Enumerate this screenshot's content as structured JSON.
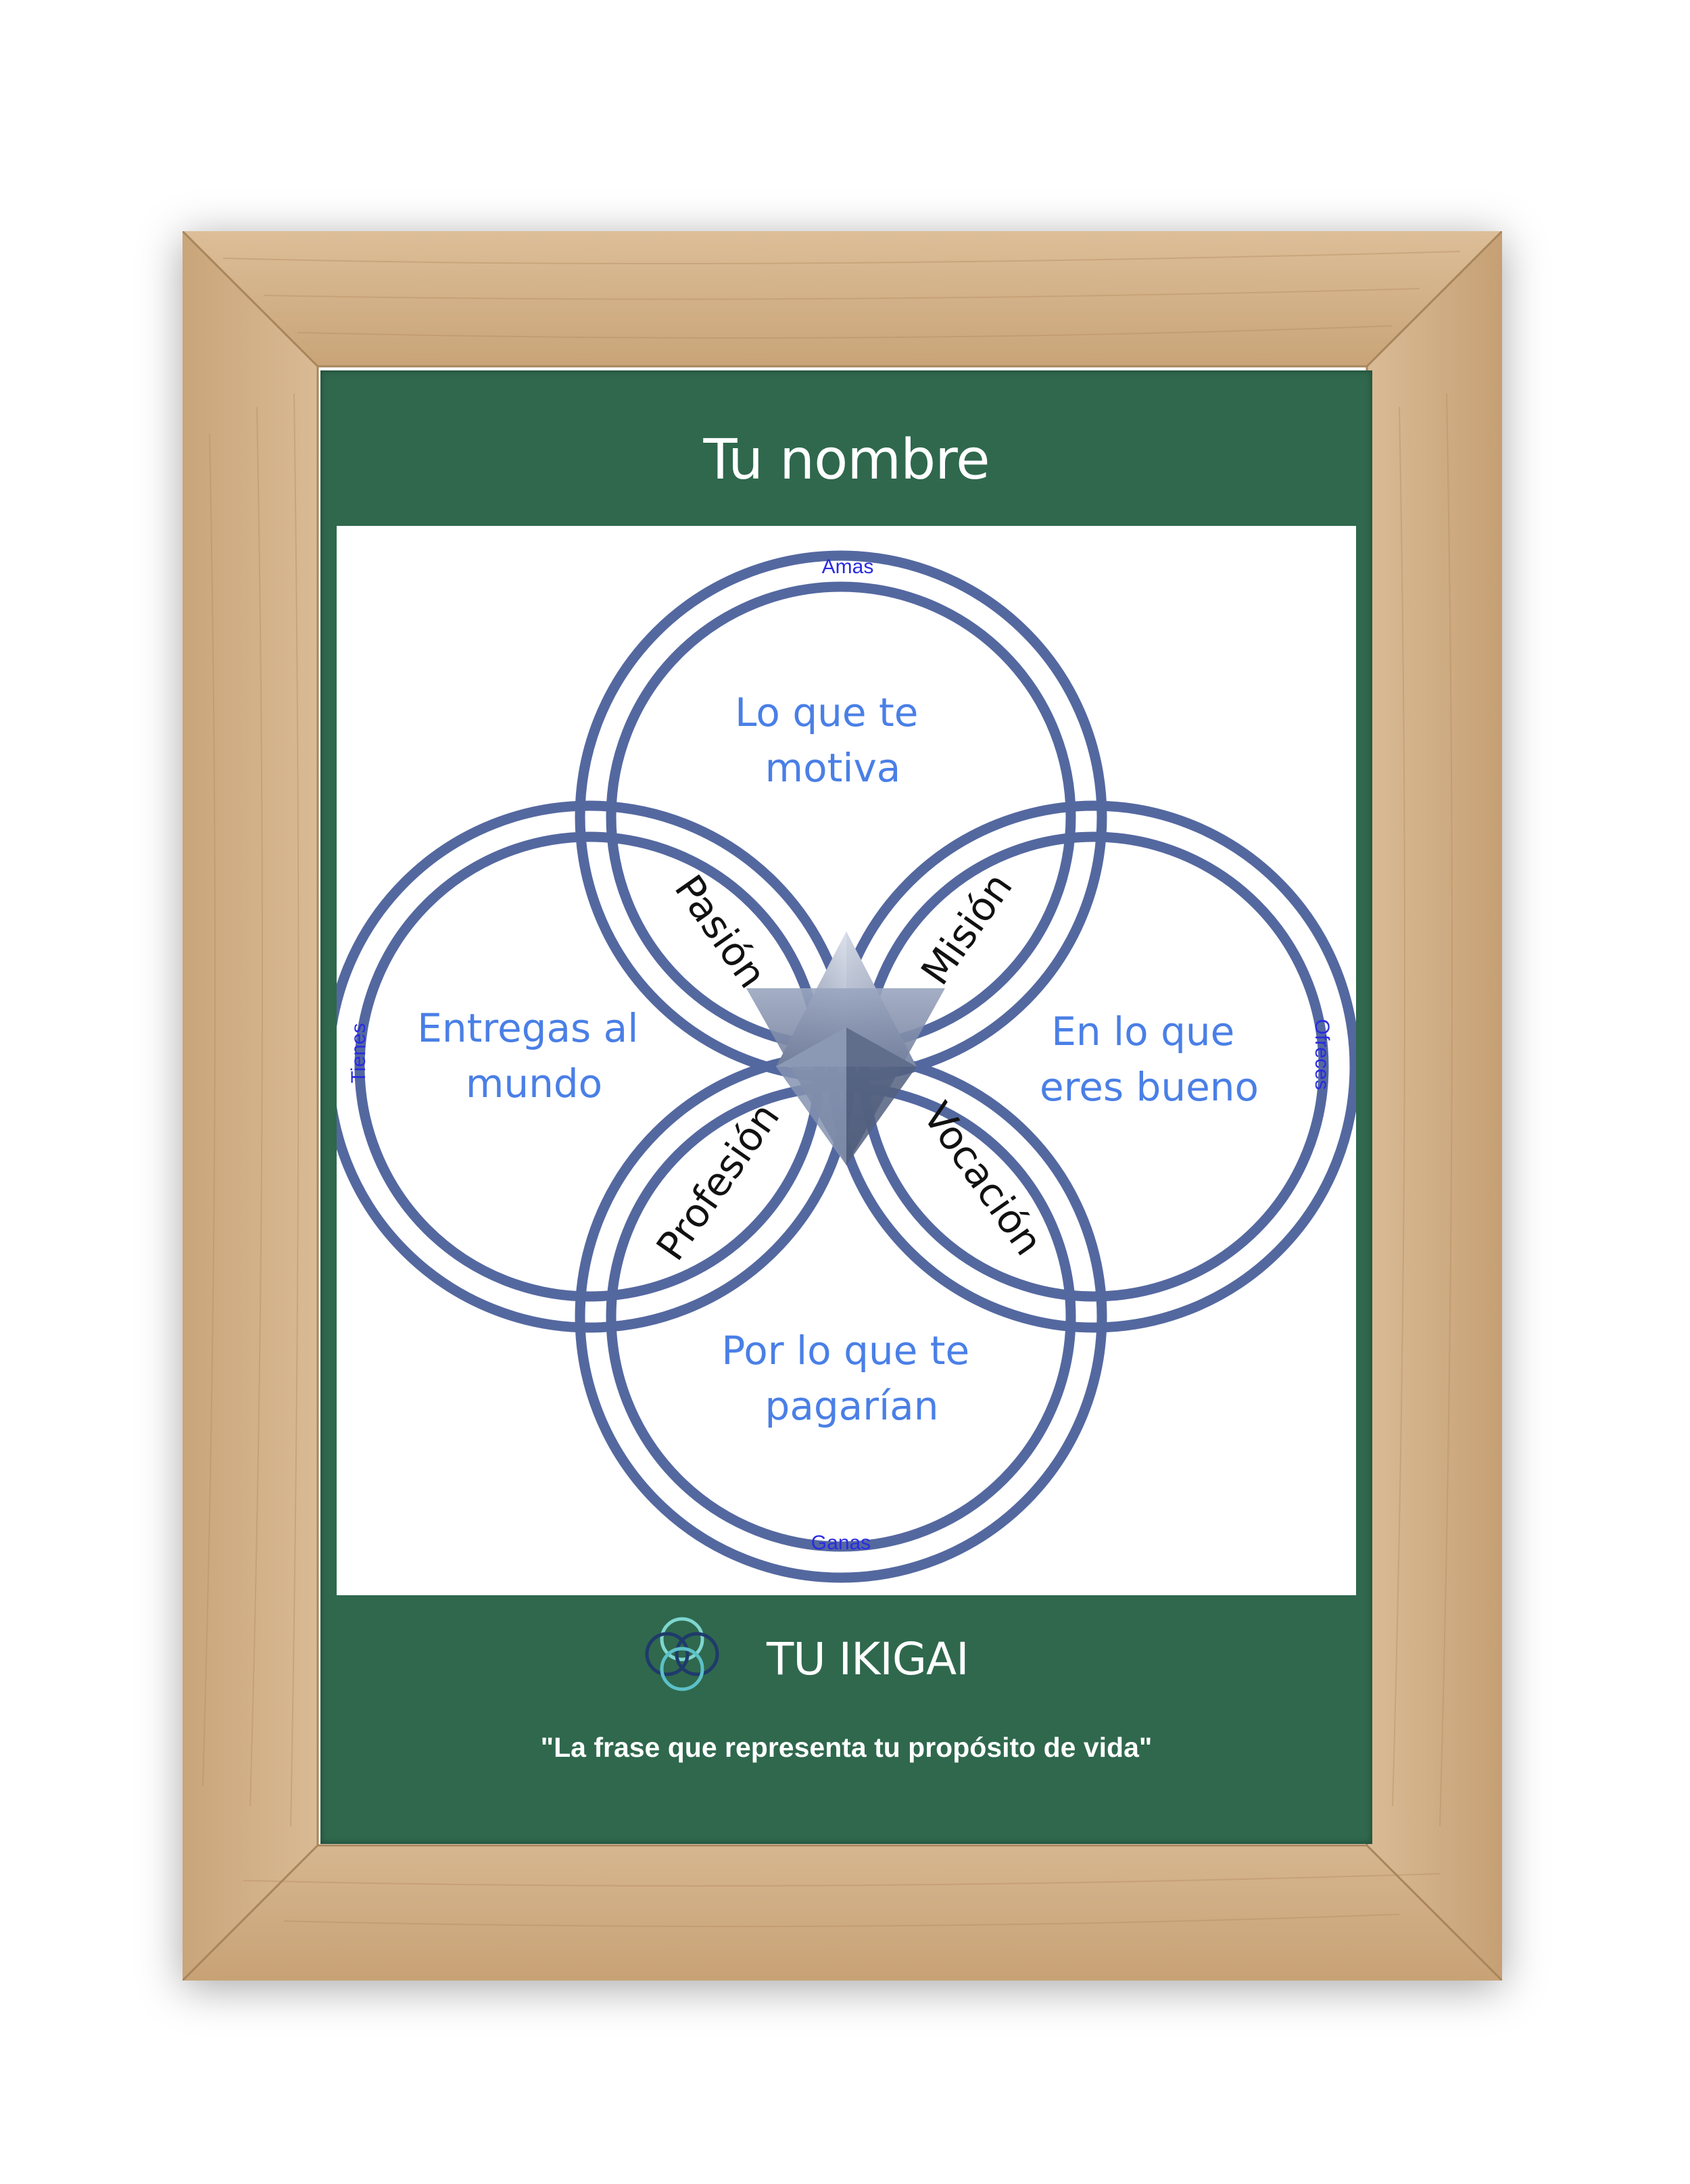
{
  "title": "Tu nombre",
  "diagram": {
    "top": [
      "Lo que te",
      "motiva"
    ],
    "left": [
      "Entregas al",
      "mundo"
    ],
    "right": [
      "En lo que",
      "eres bueno"
    ],
    "bottom": [
      "Por lo que te",
      "pagarían"
    ],
    "petals": {
      "top_left": "Pasión",
      "top_right": "Misión",
      "bottom_left": "Profesión",
      "bottom_right": "Vocación"
    },
    "ring_labels": {
      "top": "Amas",
      "left": "Tienes",
      "right": "Ofreces",
      "bottom": "Ganas"
    }
  },
  "brand": {
    "name": "TU IKIGAI"
  },
  "tagline": "\"La frase que representa tu propósito de vida\"",
  "colors": {
    "mat": "#2f684d",
    "ring": "#5468a0",
    "quadrant_text": "#4a7fe6",
    "petal_text": "#111111",
    "ring_label_text": "#2a2ae0",
    "frame_wood": "#d2b088"
  }
}
